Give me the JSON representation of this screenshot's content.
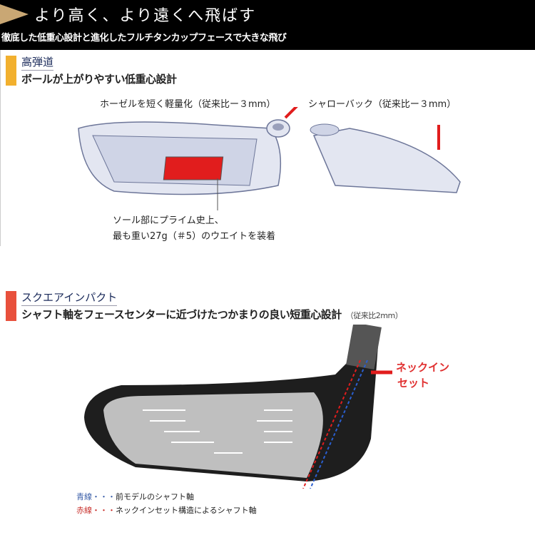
{
  "header": {
    "title": "より高く、より遠くへ飛ばす",
    "subtitle": "徹底した低重心設計と進化したフルチタンカップフェースで大きな飛び"
  },
  "section1": {
    "title": "高弾道",
    "subtitle": "ボールが上がりやすい低重心設計",
    "accent": "#f2b02e",
    "label_hosel": "ホーゼルを短く軽量化（従来比ー３mm）",
    "label_shallow": "シャローバック（従来比ー３mm）",
    "label_sole_1": "ソール部にプライム史上、",
    "label_sole_2": "最も重い27g（＃5）のウエイトを装着"
  },
  "section2": {
    "title": "スクエアインパクト",
    "subtitle": "シャフト軸をフェースセンターに近づけたつかまりの良い短重心設計",
    "note": "（従来比2mm）",
    "accent": "#e8503c",
    "neck_1": "ネックイン",
    "neck_2": "セット",
    "legend": [
      {
        "key": "青線",
        "dots": "・・・",
        "text": "前モデルのシャフト軸",
        "color": "#3a5ea8"
      },
      {
        "key": "赤線",
        "dots": "・・・",
        "text": "ネックインセット構造によるシャフト軸",
        "color": "#c8302c"
      }
    ]
  }
}
